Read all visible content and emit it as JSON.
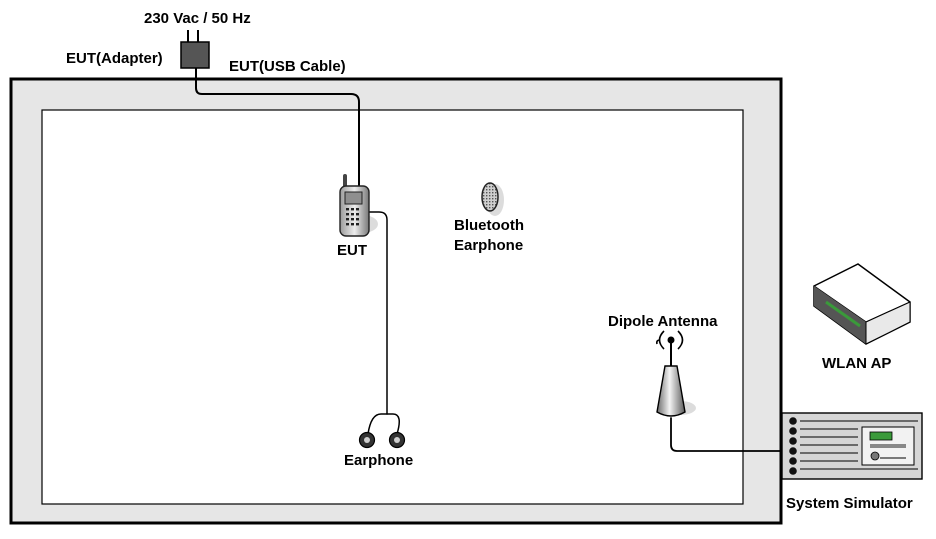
{
  "labels": {
    "power": "230 Vac / 50 Hz",
    "adapter": "EUT(Adapter)",
    "usb_cable": "EUT(USB Cable)",
    "eut": "EUT",
    "bt_line1": "Bluetooth",
    "bt_line2": "Earphone",
    "earphone": "Earphone",
    "dipole": "Dipole Antenna",
    "wlan_ap": "WLAN AP",
    "simulator": "System Simulator"
  },
  "icons": {
    "adapter": "power-adapter-icon",
    "phone": "mobile-phone-icon",
    "bt_earphone": "bluetooth-earphone-icon",
    "earphone": "wired-earphone-icon",
    "antenna": "dipole-antenna-icon",
    "wlan_ap": "wlan-access-point-icon",
    "simulator": "system-simulator-icon"
  },
  "colors": {
    "chamber_outer": "#e6e6e6",
    "chamber_stroke": "#000000",
    "device_dark": "#555555",
    "led_green": "#3a9a3a"
  }
}
